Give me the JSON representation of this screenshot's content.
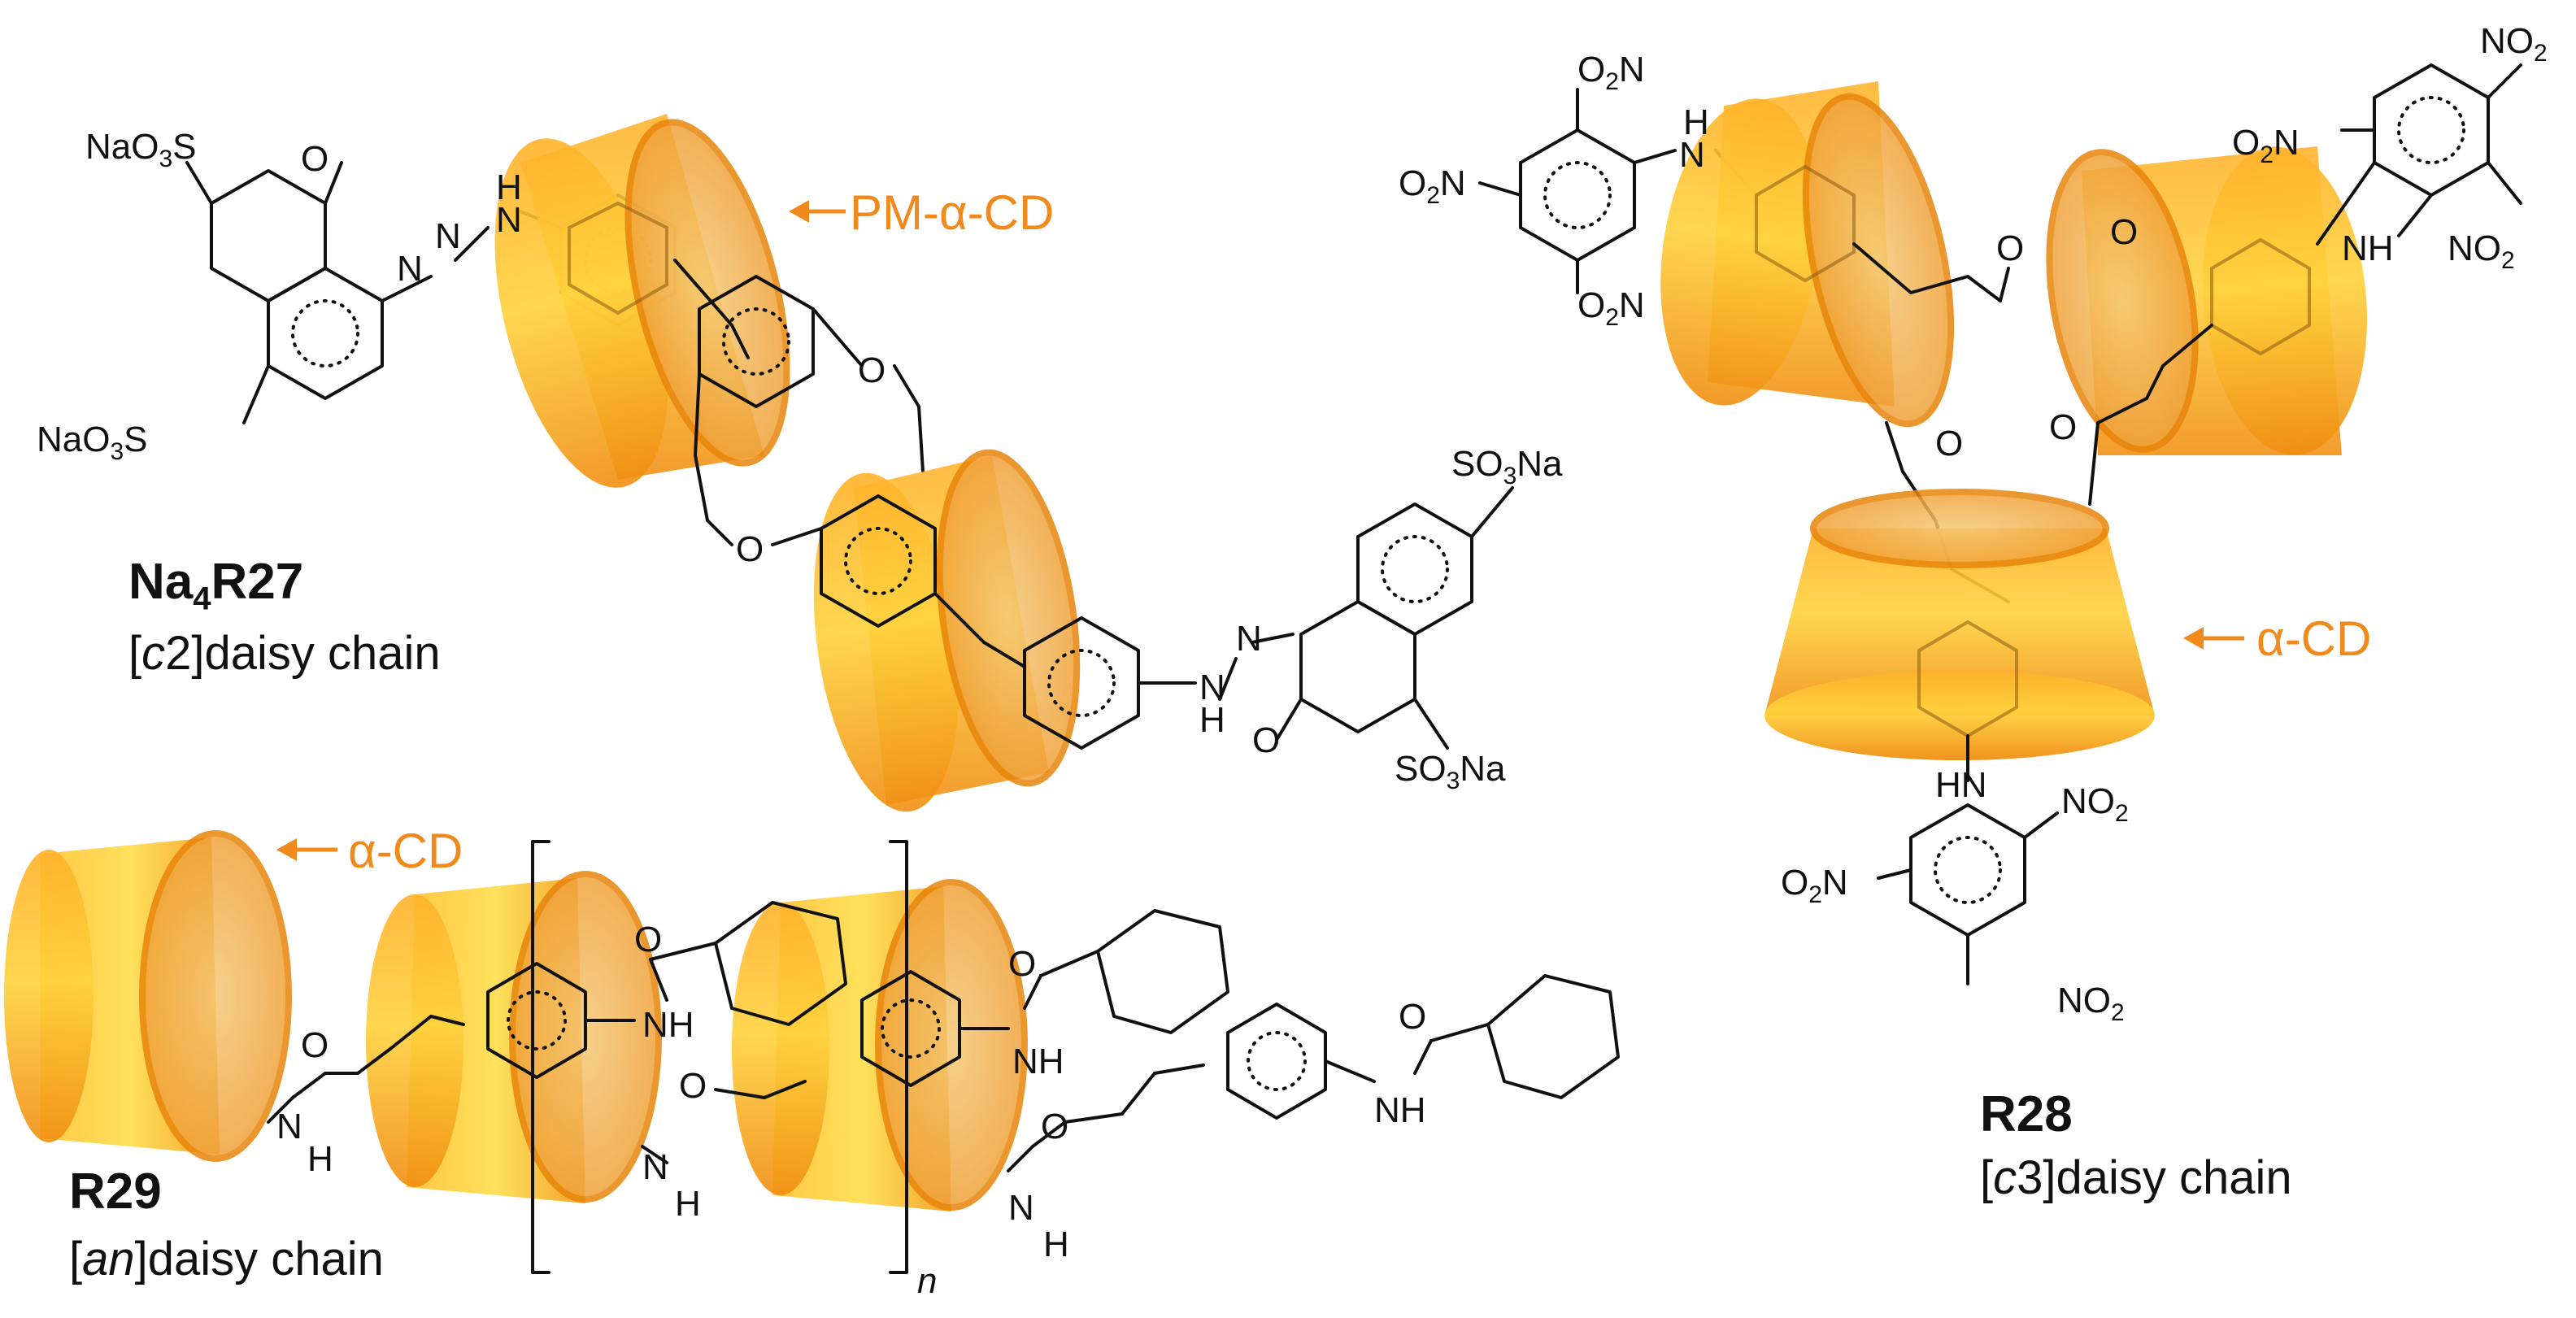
{
  "colors": {
    "cd_fill": "#f7a51e",
    "cd_light": "#ffd54a",
    "cd_edge": "#e8850c",
    "cd_label": "#f08a1c",
    "ink": "#111111"
  },
  "compounds": {
    "r27": {
      "name": "Na",
      "name_sub": "4",
      "name_rest": "R27",
      "type_open": "[",
      "type_italic": "c",
      "type_rest": "2]daisy chain"
    },
    "r28": {
      "name": "R28",
      "type_open": "[",
      "type_italic": "c",
      "type_rest": "3]daisy chain"
    },
    "r29": {
      "name": "R29",
      "type_open": "[",
      "type_italic": "an",
      "type_rest": "]daisy chain"
    }
  },
  "cd_labels": {
    "pm": "PM-α-CD",
    "alpha_r28": "α-CD",
    "alpha_r29": "α-CD"
  },
  "repeat_index": "n",
  "atoms": {
    "o": "O",
    "n": "N",
    "h": "H",
    "nh": "NH",
    "hn": "HN",
    "no2": "NO",
    "o2n": "O",
    "two": "2",
    "o2n_tail": "N",
    "na_o3s": "NaO",
    "o3s_3": "3",
    "o3s_s": "S",
    "so3na_s": "SO",
    "so3na_3": "3",
    "so3na_na": "Na"
  }
}
